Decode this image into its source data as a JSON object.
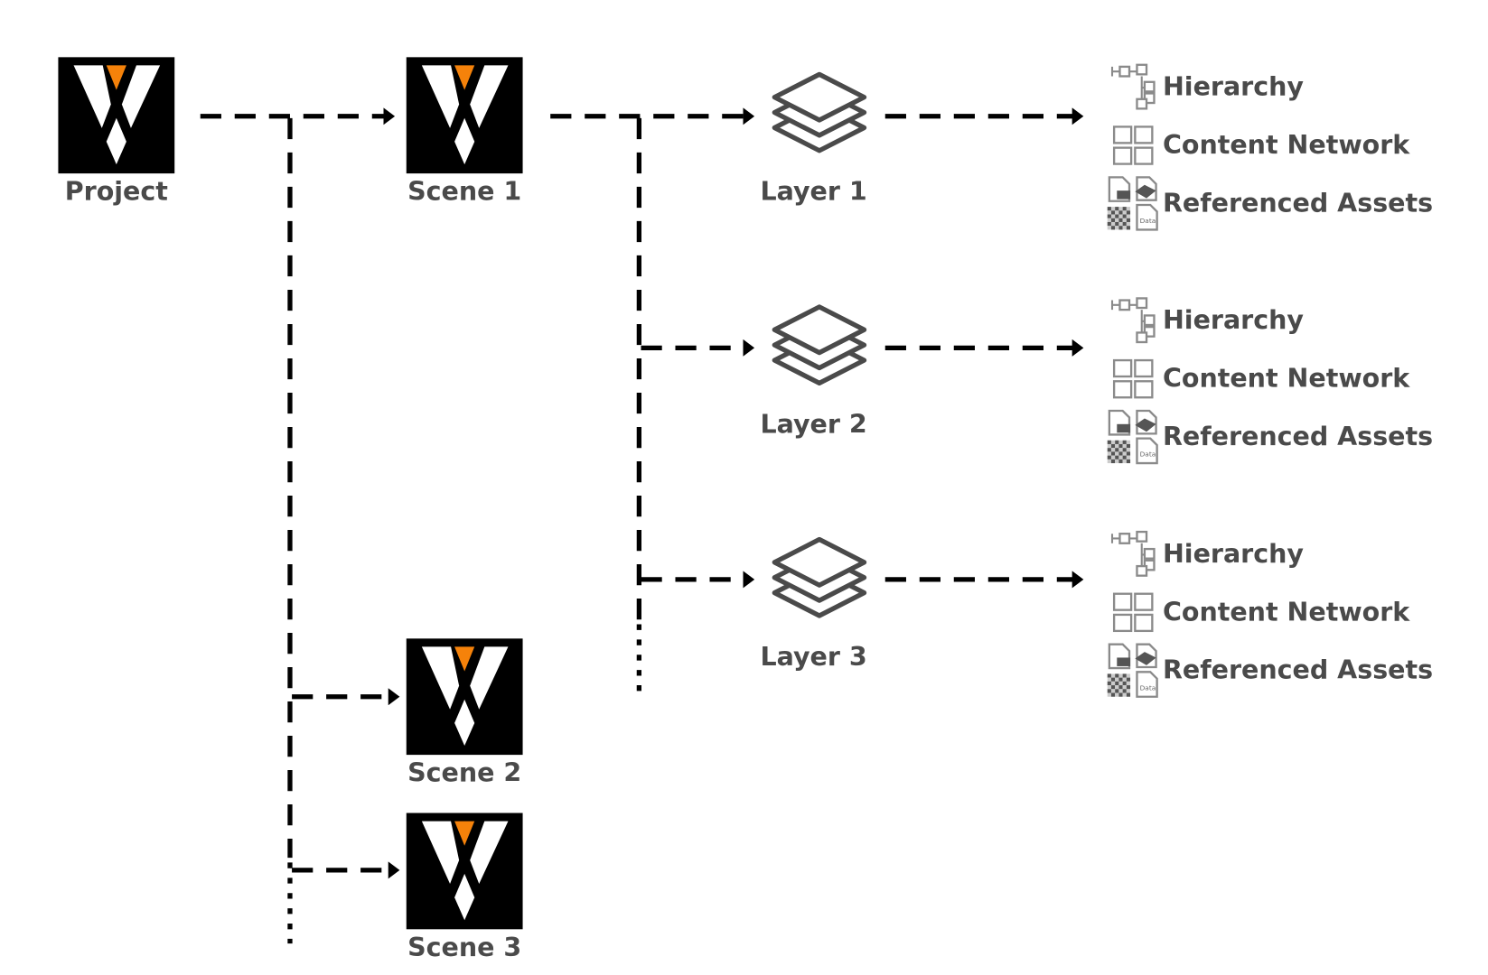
{
  "colors": {
    "logo_bg": "#000000",
    "logo_accent": "#f5820a",
    "text": "#4a4a4a",
    "icon": "#8a8a8a"
  },
  "project": {
    "label": "Project"
  },
  "scenes": [
    {
      "label": "Scene 1"
    },
    {
      "label": "Scene 2"
    },
    {
      "label": "Scene 3"
    }
  ],
  "layers": [
    {
      "label": "Layer 1"
    },
    {
      "label": "Layer 2"
    },
    {
      "label": "Layer 3"
    }
  ],
  "layer_contents": {
    "hierarchy": "Hierarchy",
    "content_network": "Content Network",
    "referenced_assets": "Referenced Assets",
    "data_icon_text": "Data"
  }
}
